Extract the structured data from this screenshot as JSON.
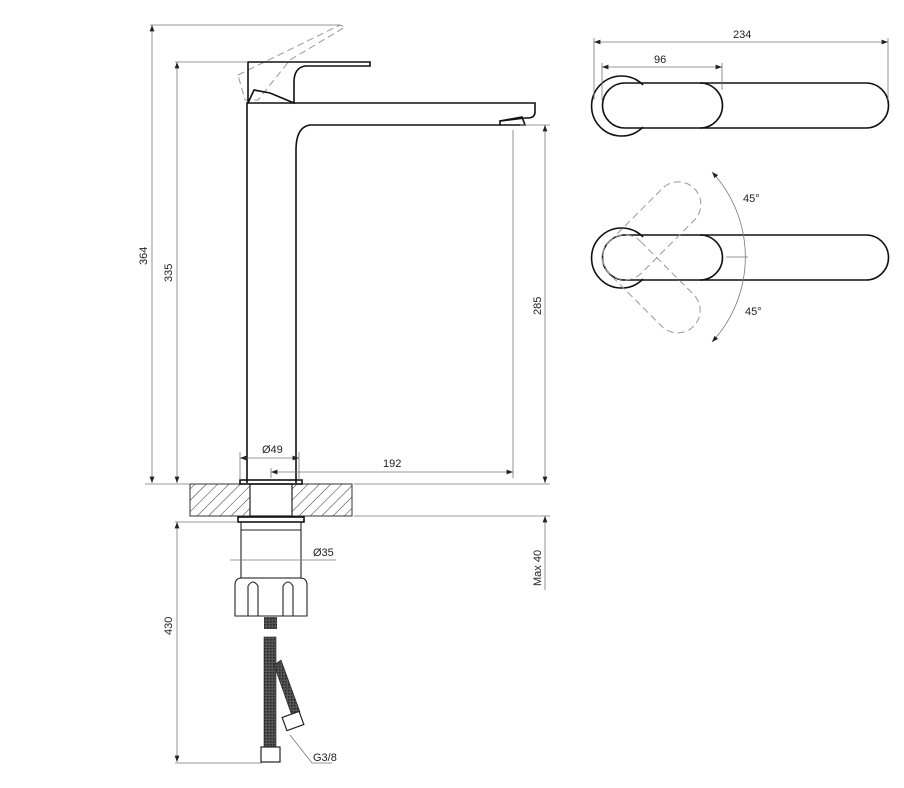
{
  "title": "Faucet technical drawing",
  "dimensions": {
    "total_height": "364",
    "lever_height": "335",
    "spout_clearance": "285",
    "body_diameter": "Ø49",
    "spout_reach": "192",
    "shank_diameter": "Ø35",
    "hose_length": "430",
    "max_counter_thickness": "Max 40",
    "connection_thread": "G3/8",
    "top_length": "234",
    "lever_length": "96",
    "rotation_left": "45°",
    "rotation_right": "45°"
  },
  "colors": {
    "line": "#111111",
    "dimension": "#777777",
    "hidden": "#999999"
  }
}
